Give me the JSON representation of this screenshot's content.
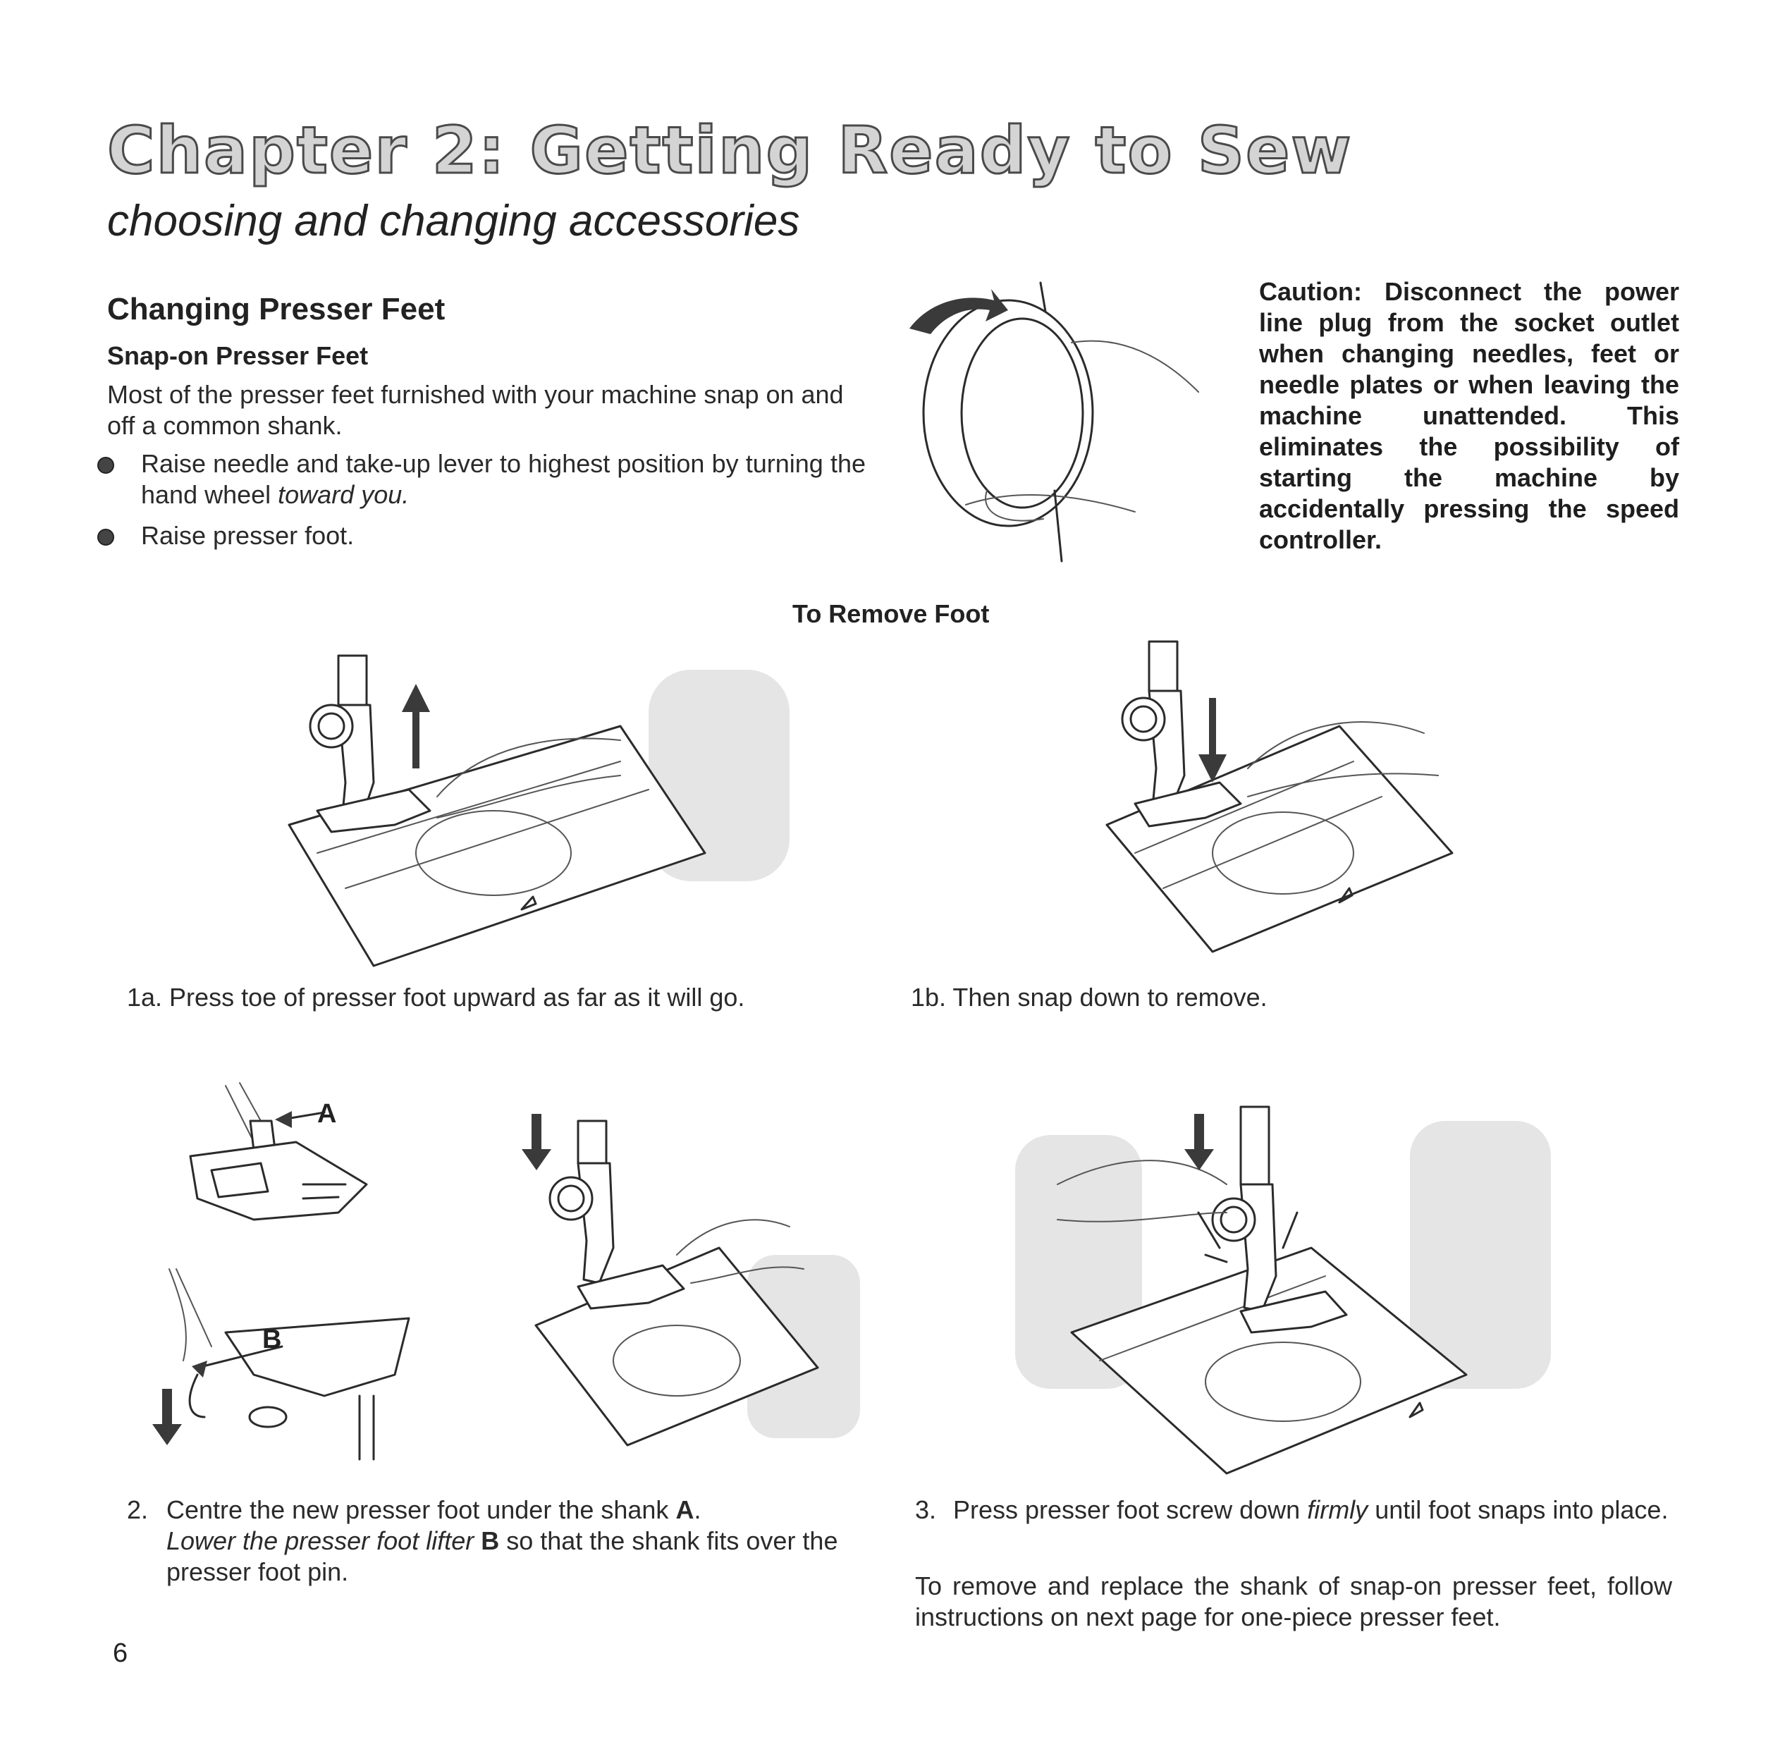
{
  "chapter": {
    "title": "Chapter 2: Getting Ready to Sew",
    "subtitle": "choosing and changing accessories"
  },
  "section": {
    "heading": "Changing Presser Feet",
    "subheading": "Snap-on Presser Feet",
    "intro": "Most of the presser feet furnished with your machine snap on and off a common shank.",
    "bullets": [
      {
        "text": "Raise needle and take-up lever to highest position by turning the hand wheel ",
        "emphasis": "toward you."
      },
      {
        "text": "Raise presser foot.",
        "emphasis": ""
      }
    ]
  },
  "caution": "Caution: Disconnect the power line plug from the socket outlet when changing needles, feet or needle plates or when leaving the machine unattended. This eliminates the possibility of starting the machine by accidentally pressing the speed controller.",
  "remove_foot": {
    "heading": "To Remove Foot",
    "step_1a": "1a.  Press toe of presser foot upward as far as it will go.",
    "step_1b": "1b.  Then snap down to remove."
  },
  "step_2": {
    "number": "2.",
    "line1_text": "Centre the new presser foot under the shank ",
    "line1_bold": "A",
    "line1_end": ".",
    "line2_italic": "Lower the presser foot lifter ",
    "line2_bold": "B",
    "line2_end": " so that the shank fits over the presser foot pin."
  },
  "step_3": {
    "number": "3.",
    "text_start": "Press presser foot screw down ",
    "text_italic": "firmly",
    "text_end": " until foot snaps into place.",
    "note": "To remove and replace the shank of snap-on presser feet, follow instructions on next page for one-piece presser feet."
  },
  "labels": {
    "shank": "A",
    "lifter": "B"
  },
  "page_number": "6"
}
